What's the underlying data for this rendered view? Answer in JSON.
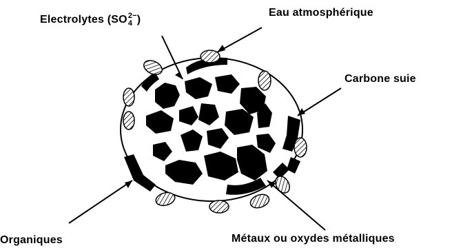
{
  "labels": {
    "electrolytes": "Electrolytes",
    "electrolytes_open": "(SO",
    "electrolytes_charge": "2−",
    "electrolytes_sub": "4",
    "electrolytes_close": ")",
    "eau": "Eau atmosphérique",
    "carbone": "Carbone suie",
    "organiques": "Organiques",
    "metaux": "Métaux ou oxydes métalliques"
  },
  "colors": {
    "ink": "#000000",
    "background": "#ffffff"
  }
}
